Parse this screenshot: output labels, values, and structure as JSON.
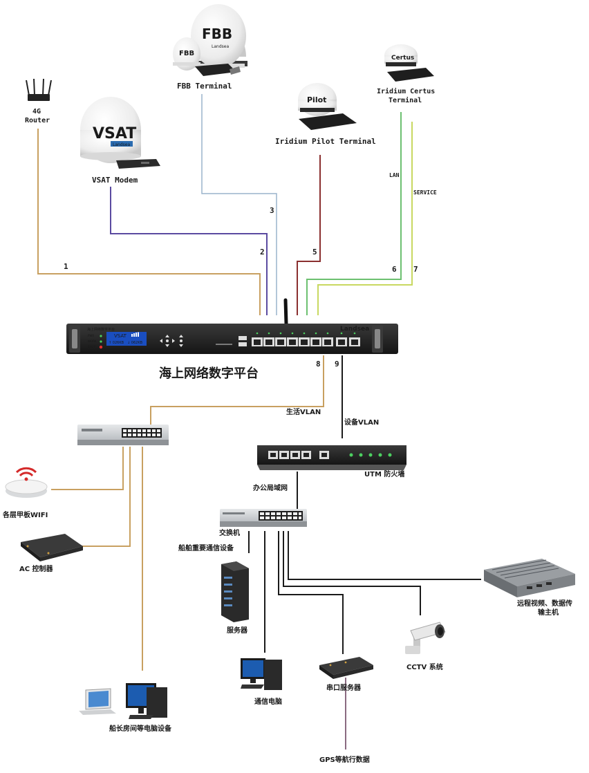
{
  "devices": {
    "fbb_terminal": {
      "name": "FBB Terminal",
      "dome_big": "FBB",
      "dome_small": "FBB"
    },
    "router_4g": {
      "name_line1": "4G",
      "name_line2": "Router"
    },
    "vsat_modem": {
      "name": "VSAT Modem",
      "dome": "VSAT"
    },
    "iridium_pilot": {
      "name": "Iridium Pilot Terminal",
      "dome": "Pilot"
    },
    "iridium_certus": {
      "name_line1": "Iridium Certus",
      "name_line2": "Terminal",
      "dome": "Certus"
    }
  },
  "brand": {
    "dome_logo": "Landsea",
    "platform_logo": "Landsea"
  },
  "platform": {
    "title": "海上网络数字平台",
    "panel_label": "海上网络数字平台",
    "lcd_title": "VSAT",
    "lcd_up": "↑ 026KB",
    "lcd_down": "↓ 062KB",
    "led_labels": [
      "PWR",
      "WORK",
      "SHOT"
    ]
  },
  "links": {
    "l1": "1",
    "l2": "2",
    "l3": "3",
    "l5": "5",
    "l6": "6",
    "l7": "7",
    "l8": "8",
    "l9": "9",
    "lan": "LAN",
    "service": "SERVICE"
  },
  "vlans": {
    "life": "生活VLAN",
    "device": "设备VLAN"
  },
  "utm": {
    "label": "UTM 防火墙"
  },
  "office": {
    "lan_label": "办公局域网",
    "switch_label": "交换机",
    "comm_label": "船舶重要通信设备"
  },
  "endpoints": {
    "wifi": "各层甲板WIFI",
    "ac": "AC 控制器",
    "captain": "船长房间等电脑设备",
    "server": "服务器",
    "comm_pc": "通信电脑",
    "serial_server": "串口服务器",
    "gps": "GPS等航行数据",
    "cctv": "CCTV 系统",
    "remote_line1": "远程视频、数据传",
    "remote_line2": "输主机"
  },
  "colors": {
    "link_tan": "#c8a060",
    "link_purple": "#5a4aa0",
    "link_lightblue": "#9ab4cc",
    "link_darkred": "#8a2f2f",
    "link_green": "#6cc070",
    "link_yellowgreen": "#c8d860",
    "link_black": "#1a1a1a",
    "link_mauve": "#8a6a80",
    "device_dark": "#2a2a2a",
    "dome_white": "#f2f2f2",
    "led_green": "#4cd060"
  }
}
